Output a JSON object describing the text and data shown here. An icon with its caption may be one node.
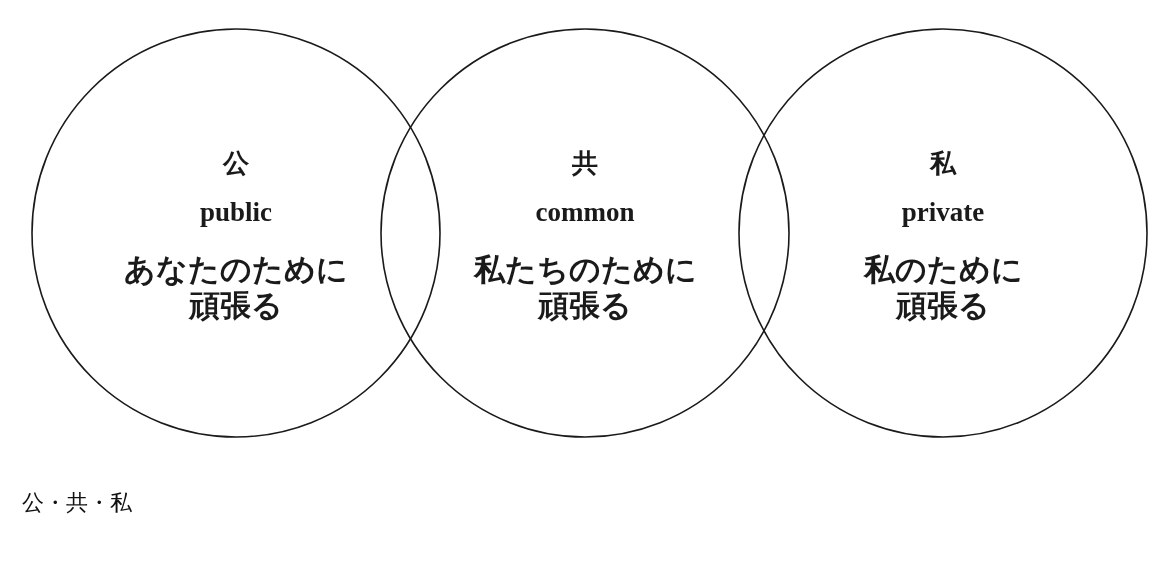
{
  "diagram": {
    "caption": "公・共・私",
    "nodes": [
      {
        "text": [
          "公",
          "public",
          "あなたのために頑張る"
        ]
      },
      {
        "text": [
          "共",
          "common",
          "私たちのために頑張る"
        ]
      },
      {
        "text": [
          "私",
          "private",
          "私のために頑張る"
        ]
      }
    ]
  }
}
